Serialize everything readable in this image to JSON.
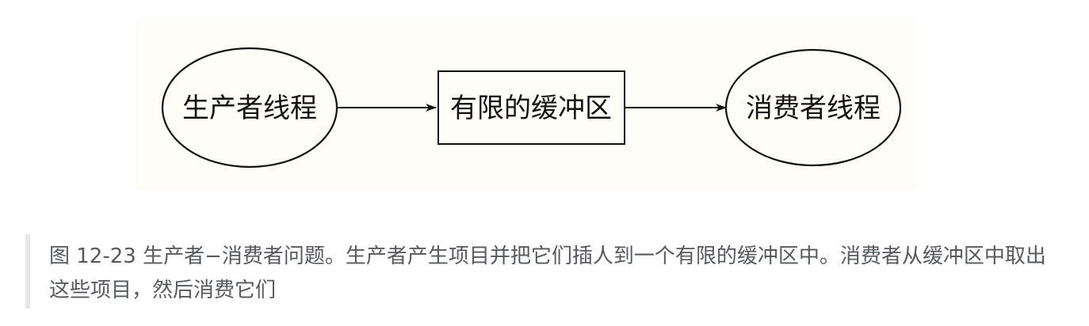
{
  "diagram": {
    "nodes": [
      {
        "id": "producer",
        "label": "生产者线程",
        "shape": "ellipse"
      },
      {
        "id": "buffer",
        "label": "有限的缓冲区",
        "shape": "rectangle"
      },
      {
        "id": "consumer",
        "label": "消费者线程",
        "shape": "ellipse"
      }
    ],
    "edges": [
      {
        "from": "producer",
        "to": "buffer"
      },
      {
        "from": "buffer",
        "to": "consumer"
      }
    ]
  },
  "caption": {
    "text": "图 12-23 生产者−消费者问题。生产者产生项目并把它们插人到一个有限的缓冲区中。消费者从缓冲区中取出这些项目，然后消费它们"
  }
}
